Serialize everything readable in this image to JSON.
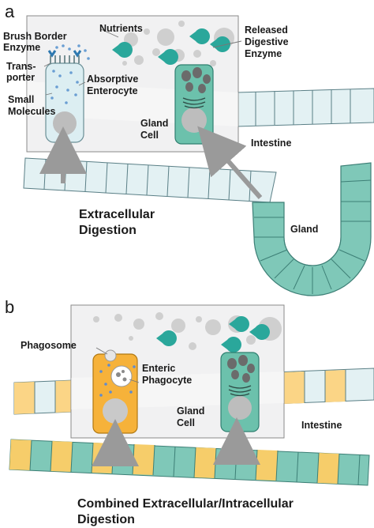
{
  "panel_a": {
    "letter": "a",
    "labels": {
      "nutrients": "Nutrients",
      "released_line1": "Released",
      "released_line2": "Digestive",
      "released_line3": "Enzyme",
      "brush_line1": "Brush Border",
      "brush_line2": "Enzyme",
      "trans_line1": "Trans-",
      "trans_line2": "porter",
      "small_line1": "Small",
      "small_line2": "Molecules",
      "absorptive_line1": "Absorptive",
      "absorptive_line2": "Enterocyte",
      "gland_cell_line1": "Gland",
      "gland_cell_line2": "Cell",
      "intestine": "Intestine",
      "caption_line1": "Extracellular",
      "caption_line2": "Digestion",
      "gland": "Gland"
    }
  },
  "panel_b": {
    "letter": "b",
    "labels": {
      "phagosome": "Phagosome",
      "enteric_line1": "Enteric",
      "enteric_line2": "Phagocyte",
      "gland_cell_line1": "Gland",
      "gland_cell_line2": "Cell",
      "intestine": "Intestine",
      "caption_line1": "Combined Extracellular/Intracellular",
      "caption_line2": "Digestion"
    }
  },
  "colors": {
    "epithelium_light": "#e3f1f3",
    "gland_teal": "#7fc8b8",
    "gland_dark": "#4aa898",
    "phagocyte_orange": "#f6b23a",
    "phagocyte_yellow": "#fbd586",
    "enzyme_teal": "#2aa79b",
    "nutrient_gray": "#cfcfcf",
    "inset_bg": "#f1f1f2",
    "arrow_gray": "#9a9a9a"
  }
}
